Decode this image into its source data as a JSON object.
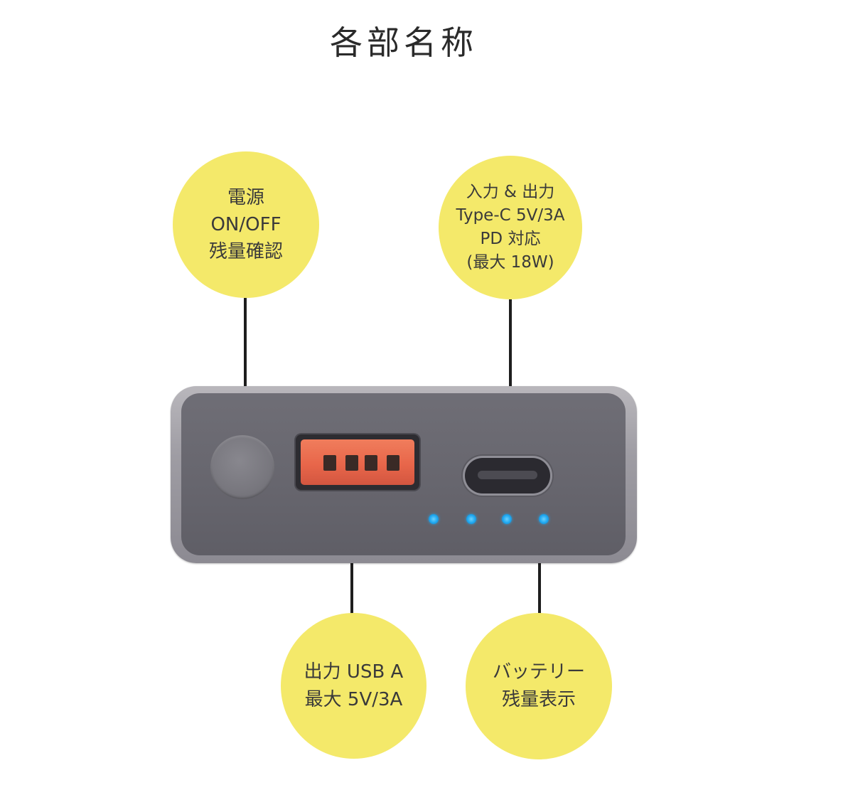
{
  "title": "各部名称",
  "labels": {
    "power": [
      "電源",
      "ON/OFF",
      "残量確認"
    ],
    "typec": [
      "入力 & 出力",
      "Type-C 5V/3A",
      "PD 対応",
      "(最大 18W)"
    ],
    "usba": [
      "出力 USB A",
      "最大 5V/3A"
    ],
    "battery": [
      "バッテリー",
      "残量表示"
    ]
  },
  "colors": {
    "bubble": "#f4e96a",
    "usba_port": "#e8664a",
    "led": "#1ea6ee",
    "device_face": "#67666e"
  },
  "led_count": 4
}
